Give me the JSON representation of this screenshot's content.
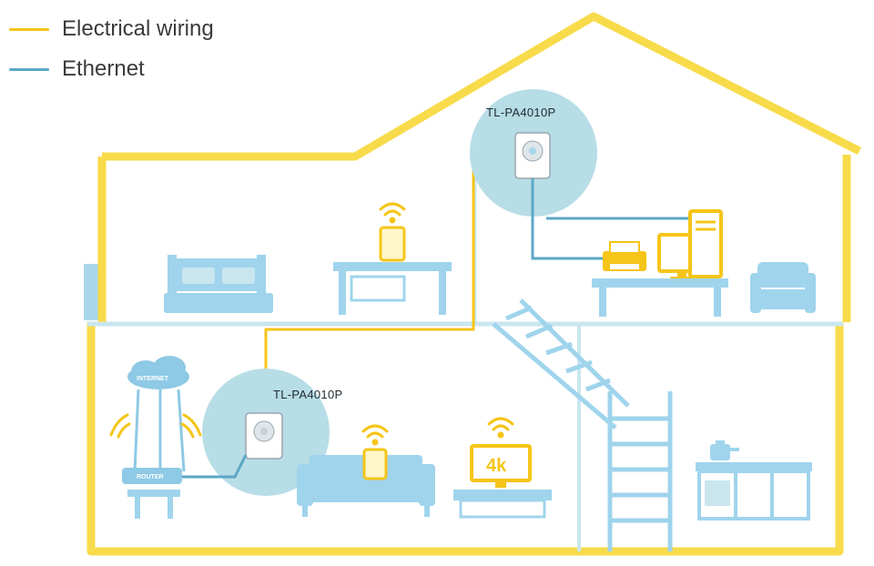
{
  "legend": {
    "items": [
      {
        "label": "Electrical wiring",
        "color": "#f5c518"
      },
      {
        "label": "Ethernet",
        "color": "#5ba7c7"
      }
    ]
  },
  "devices": {
    "upper_adapter": "TL-PA4010P",
    "lower_adapter": "TL-PA4010P",
    "cloud_label": "INTERNET",
    "router_label": "ROUTER",
    "tv_label": "4k"
  },
  "colors": {
    "wiring": "#f5c518",
    "ethernet": "#5ba7c7",
    "furniture": "#9fd4ec",
    "bubble": "#b7dde6",
    "house_inner": "#c9e6ef"
  }
}
